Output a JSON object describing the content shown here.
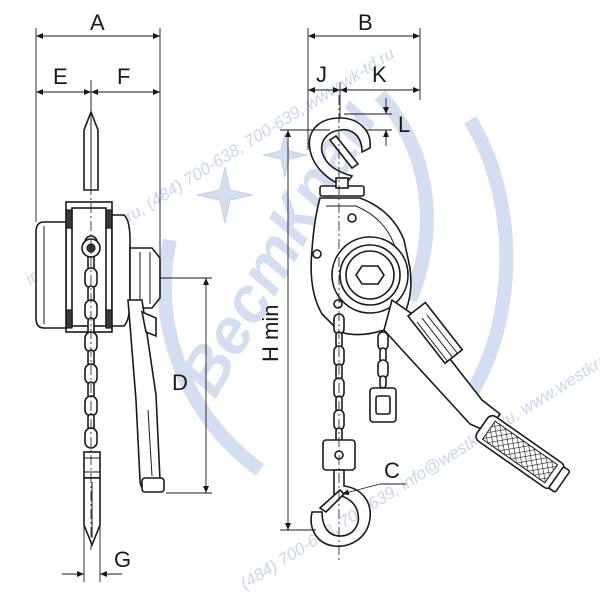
{
  "watermark": {
    "brand": "ВестКран",
    "line_top": "info@westkran.ru, (484) 700-638, 700-639, www.wk-td.ru",
    "line_bottom": "(484) 700-638, 700-639, info@westkran.ru, www.westkran.ru",
    "color": "#c9d6ec"
  },
  "dimensions": {
    "A": "A",
    "E": "E",
    "F": "F",
    "D": "D",
    "G": "G",
    "B": "B",
    "J": "J",
    "K": "K",
    "L": "L",
    "H": "H min",
    "C": "C"
  },
  "colors": {
    "line": "#1a1a1a",
    "background": "#ffffff"
  }
}
